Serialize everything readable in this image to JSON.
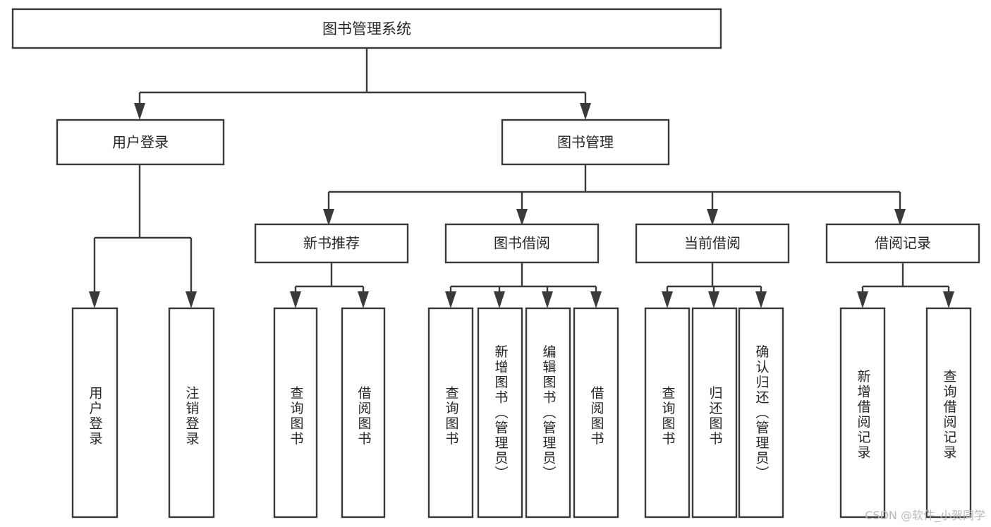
{
  "diagram": {
    "title": "图书管理系统",
    "type": "tree",
    "orientation": "top-down",
    "colors": {
      "background": "#ffffff",
      "box_fill": "#ffffff",
      "box_stroke": "#3a3a3a",
      "connector": "#3a3a3a",
      "text": "#262626",
      "watermark": "#b9b9b9"
    },
    "root": {
      "label": "图书管理系统",
      "text_mode": "horizontal"
    },
    "level2": [
      {
        "label": "用户登录",
        "text_mode": "horizontal"
      },
      {
        "label": "图书管理",
        "text_mode": "horizontal"
      }
    ],
    "level3": [
      {
        "label": "新书推荐",
        "text_mode": "horizontal"
      },
      {
        "label": "图书借阅",
        "text_mode": "horizontal"
      },
      {
        "label": "当前借阅",
        "text_mode": "horizontal"
      },
      {
        "label": "借阅记录",
        "text_mode": "horizontal"
      }
    ],
    "leaves": {
      "user_login": [
        {
          "label": "用户登录",
          "text_mode": "vertical"
        },
        {
          "label": "注销登录",
          "text_mode": "vertical"
        }
      ],
      "new_book_recommend": [
        {
          "label": "查询图书",
          "text_mode": "vertical"
        },
        {
          "label": "借阅图书",
          "text_mode": "vertical"
        }
      ],
      "book_borrow": [
        {
          "label": "查询图书",
          "text_mode": "vertical"
        },
        {
          "label": "新增图书（管理员）",
          "text_mode": "vertical"
        },
        {
          "label": "编辑图书（管理员）",
          "text_mode": "vertical"
        },
        {
          "label": "借阅图书",
          "text_mode": "vertical"
        }
      ],
      "current_borrow": [
        {
          "label": "查询图书",
          "text_mode": "vertical"
        },
        {
          "label": "归还图书",
          "text_mode": "vertical"
        },
        {
          "label": "确认归还（管理员）",
          "text_mode": "vertical"
        }
      ],
      "borrow_record": [
        {
          "label": "新增借阅记录",
          "text_mode": "vertical"
        },
        {
          "label": "查询借阅记录",
          "text_mode": "vertical"
        }
      ]
    }
  },
  "watermark": {
    "text": "CSDN @软件_小贺同学"
  }
}
